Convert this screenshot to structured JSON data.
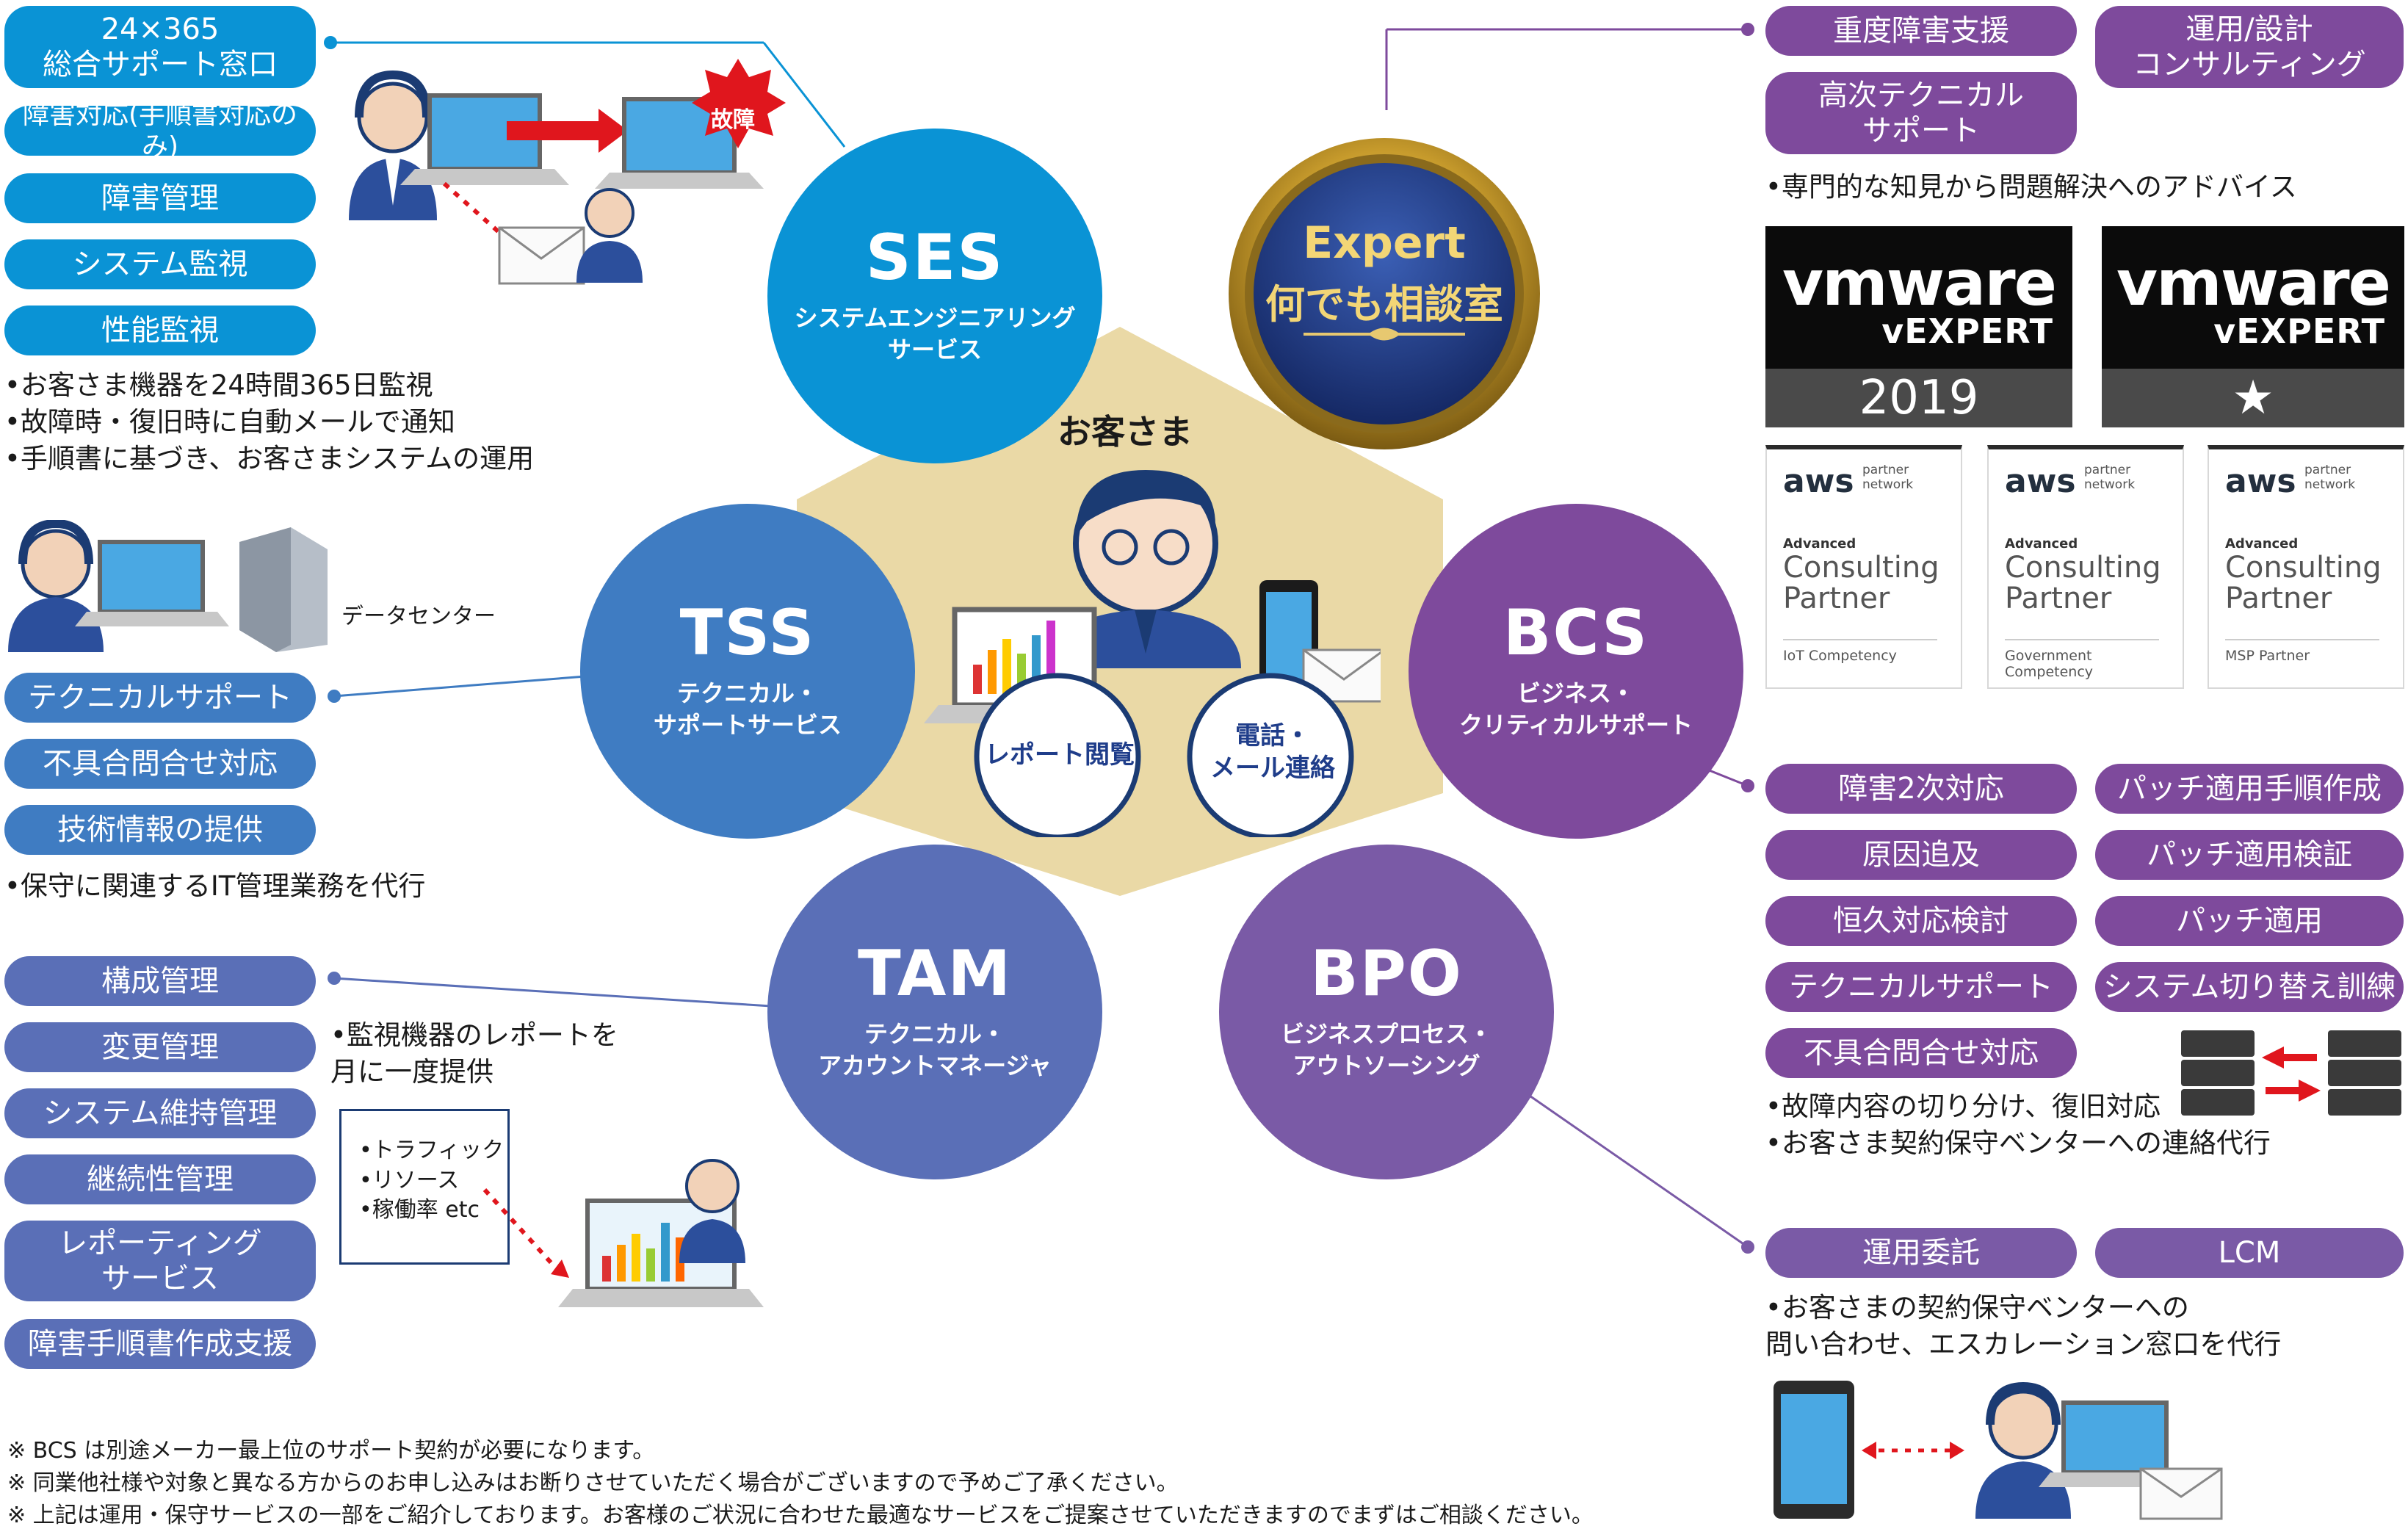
{
  "colors": {
    "ses": "#0a93d5",
    "tss": "#3f7cc2",
    "tam": "#5a6fb7",
    "bcs": "#7e4a9c",
    "bpo": "#7a5aa6",
    "hex": "#ead9a6",
    "navy": "#1f3d8a",
    "gold": "#c79b2c"
  },
  "ses": {
    "pills": [
      "24×365\n総合サポート窓口",
      "障害対応(手順書対応のみ)",
      "障害管理",
      "システム監視",
      "性能監視"
    ],
    "bullets": "•お客さま機器を24時間365日監視\n•故障時・復旧時に自動メールで通知\n•手順書に基づき、お客さまシステムの運用",
    "fault_label": "故障",
    "circle": {
      "abbr": "SES",
      "full": "システムエンジニアリング\nサービス"
    }
  },
  "tss": {
    "datacenter_label": "データセンター",
    "pills": [
      "テクニカルサポート",
      "不具合問合せ対応",
      "技術情報の提供"
    ],
    "bullets": "•保守に関連するIT管理業務を代行",
    "circle": {
      "abbr": "TSS",
      "full": "テクニカル・\nサポートサービス"
    }
  },
  "tam": {
    "pills": [
      "構成管理",
      "変更管理",
      "システム維持管理",
      "継続性管理",
      "レポーティング\nサービス",
      "障害手順書作成支援"
    ],
    "bullets": "•監視機器のレポートを\n月に一度提供",
    "report_items": "•トラフィック\n•リソース\n•稼働率 etc",
    "circle": {
      "abbr": "TAM",
      "full": "テクニカル・\nアカウントマネージャ"
    }
  },
  "center": {
    "label": "お客さま",
    "report": "レポート閲覧",
    "contact": "電話・\nメール連絡"
  },
  "expert": {
    "line1": "Expert",
    "line2": "何でも相談室"
  },
  "expert_pills": [
    "重度障害支援",
    "運用/設計\nコンサルティング",
    "高次テクニカル\nサポート"
  ],
  "expert_bullets": "•専門的な知見から問題解決へのアドバイス",
  "vmware": [
    {
      "logo": "vmware",
      "sub": "vEXPERT",
      "year": "2019"
    },
    {
      "logo": "vmware",
      "sub": "vEXPERT",
      "year": "★"
    }
  ],
  "aws": [
    {
      "logo": "aws",
      "pn": "partner\nnetwork",
      "adv": "Advanced",
      "cp": "Consulting\nPartner",
      "comp": "IoT Competency"
    },
    {
      "logo": "aws",
      "pn": "partner\nnetwork",
      "adv": "Advanced",
      "cp": "Consulting\nPartner",
      "comp": "Government\nCompetency"
    },
    {
      "logo": "aws",
      "pn": "partner\nnetwork",
      "adv": "Advanced",
      "cp": "Consulting\nPartner",
      "comp": "MSP Partner"
    }
  ],
  "bcs": {
    "pills": [
      "障害2次対応",
      "パッチ適用手順作成",
      "原因追及",
      "パッチ適用検証",
      "恒久対応検討",
      "パッチ適用",
      "テクニカルサポート",
      "システム切り替え訓練",
      "不具合問合せ対応"
    ],
    "bullets": "•故障内容の切り分け、復旧対応\n•お客さま契約保守ベンターへの連絡代行",
    "circle": {
      "abbr": "BCS",
      "full": "ビジネス・\nクリティカルサポート"
    }
  },
  "bpo": {
    "pills": [
      "運用委託",
      "LCM"
    ],
    "bullets": "•お客さまの契約保守ベンターへの\n問い合わせ、エスカレーション窓口を代行",
    "circle": {
      "abbr": "BPO",
      "full": "ビジネスプロセス・\nアウトソーシング"
    }
  },
  "notes": [
    "※ BCS は別途メーカー最上位のサポート契約が必要になります。",
    "※ 同業他社様や対象と異なる方からのお申し込みはお断りさせていただく場合がございますので予めご了承ください。",
    "※ 上記は運用・保守サービスの一部をご紹介しております。お客様のご状況に合わせた最適なサービスをご提案させていただきますのでまずはご相談ください。"
  ]
}
